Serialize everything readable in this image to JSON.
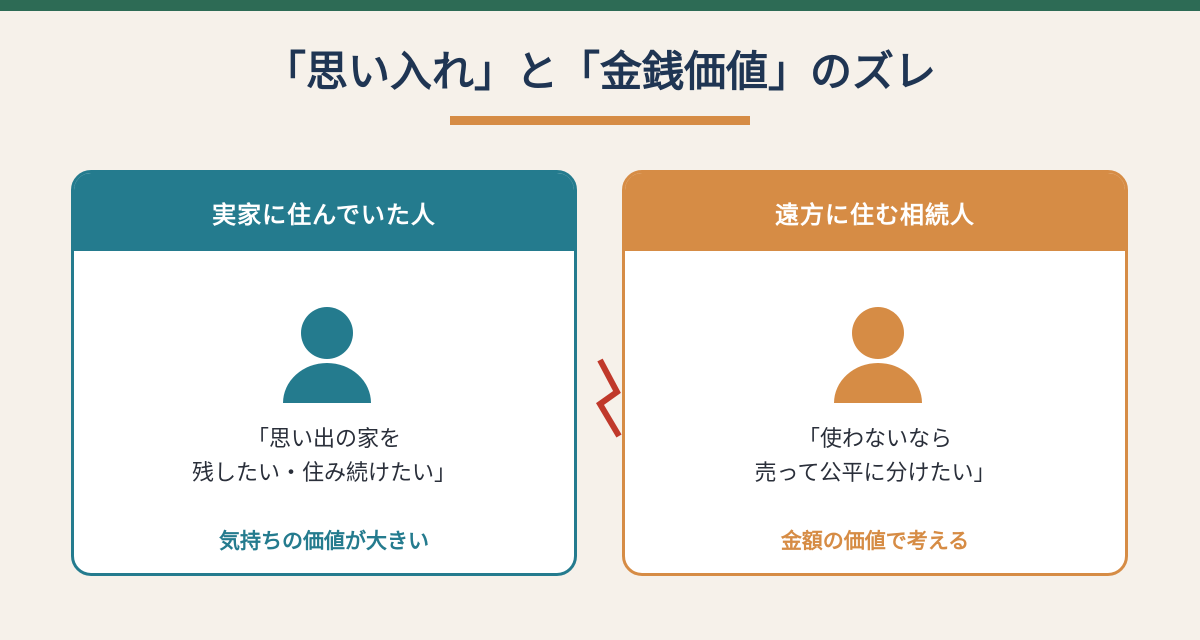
{
  "title": "「思い入れ」と「金銭価値」のズレ",
  "colors": {
    "top_bar": "#2d6b55",
    "title": "#1f3553",
    "accent_orange": "#d68c45",
    "teal": "#247b8e",
    "zigzag": "#c0392b",
    "background": "#f6f1ea"
  },
  "left_card": {
    "header": "実家に住んでいた人",
    "icon": "person-icon",
    "quote_line1": "「思い出の家を",
    "quote_line2": "残したい・住み続けたい」",
    "value_label": "気持ちの価値が大きい"
  },
  "right_card": {
    "header": "遠方に住む相続人",
    "icon": "person-icon",
    "quote_line1": "「使わないなら",
    "quote_line2": "売って公平に分けたい」",
    "value_label": "金額の価値で考える"
  },
  "divider_icon": "zigzag-conflict-icon"
}
